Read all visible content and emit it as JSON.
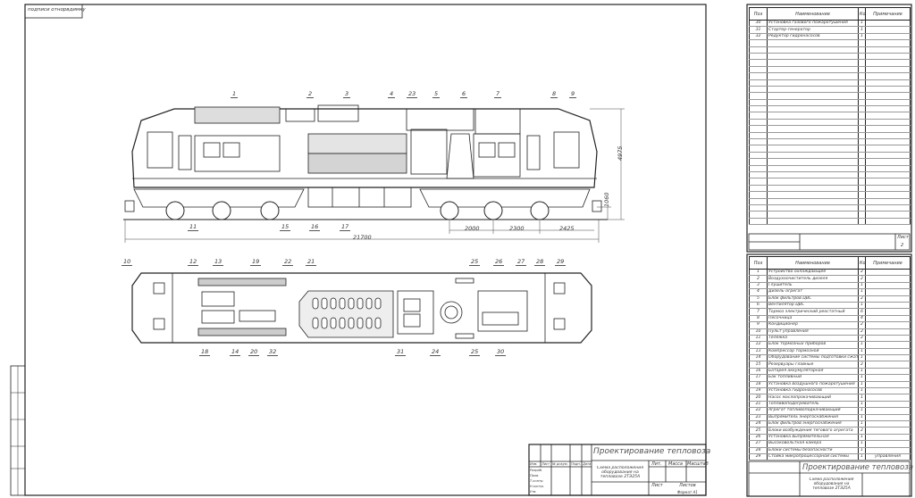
{
  "sheet": {
    "corner_label": "подписи отнорвдимку",
    "format_label": "Формат А1"
  },
  "side_view": {
    "callouts": [
      "1",
      "2",
      "3",
      "4",
      "23",
      "5",
      "6",
      "7",
      "8",
      "9",
      "11",
      "15",
      "16",
      "17"
    ],
    "dimensions": {
      "length": "21700",
      "height": "4975",
      "buffer_height": "1060",
      "axle1": "2000",
      "axle2": "2300",
      "overhang": "2425"
    }
  },
  "plan_view": {
    "callouts": [
      "10",
      "12",
      "13",
      "19",
      "22",
      "21",
      "25",
      "26",
      "27",
      "28",
      "29",
      "18",
      "14",
      "20",
      "32",
      "31",
      "24",
      "25",
      "30"
    ]
  },
  "title_block": {
    "title": "Проектирование тепловоза",
    "subtitle": "Схема расположения оборудования на тепловозе 2ТЭ25А",
    "cols": [
      "Изм.",
      "Лист",
      "№ докум.",
      "Подп.",
      "Дата"
    ],
    "roles": [
      "Разраб.",
      "Пров.",
      "Т.контр.",
      "Н.контр.",
      "Утв."
    ],
    "lit": "Лит.",
    "mass": "Масса",
    "scale": "Масштаб",
    "sheet": "Лист",
    "sheets": "Листов"
  },
  "spec_header": {
    "pos": "Поз",
    "name": "Наименование",
    "qty": "Кол",
    "note": "Примечание"
  },
  "spec_sheet1": {
    "rows": [
      [
        "30",
        "Установка газового пожаротушения",
        "1",
        ""
      ],
      [
        "31",
        "Стартер-генератор",
        "1",
        ""
      ],
      [
        "32",
        "Редуктор гидронасосов",
        "1",
        ""
      ]
    ],
    "sheet_label": "Лист",
    "sheet_no": "2"
  },
  "spec_sheet2": {
    "rows": [
      [
        "1",
        "Устройство охлаждающее",
        "2",
        ""
      ],
      [
        "2",
        "Воздухоочиститель дизеля",
        "2",
        ""
      ],
      [
        "3",
        "Глушитель",
        "1",
        ""
      ],
      [
        "4",
        "Дизель-агрегат",
        "1",
        ""
      ],
      [
        "5",
        "Блок фильтров ЦВС",
        "2",
        ""
      ],
      [
        "6",
        "Вентилятор ЦВС",
        "1",
        ""
      ],
      [
        "7",
        "Тормоз электрический реостатный",
        "6",
        ""
      ],
      [
        "8",
        "Песочница",
        "4",
        ""
      ],
      [
        "9",
        "Кондиционер",
        "2",
        ""
      ],
      [
        "10",
        "Пульт управления",
        "2",
        ""
      ],
      [
        "11",
        "Тележка",
        "2",
        ""
      ],
      [
        "12",
        "Блок тормозных приборов",
        "1",
        ""
      ],
      [
        "13",
        "Компрессор тормозной",
        "1",
        ""
      ],
      [
        "14",
        "Оборудование системы подготовки сжатого воздуха",
        "1",
        ""
      ],
      [
        "15",
        "Резервуары главные",
        "2",
        ""
      ],
      [
        "16",
        "Батарея аккумуляторная",
        "1",
        ""
      ],
      [
        "17",
        "Бак топливный",
        "1",
        ""
      ],
      [
        "18",
        "Установка воздушного пожаротушения",
        "1",
        ""
      ],
      [
        "19",
        "Установка гидронасосов",
        "1",
        ""
      ],
      [
        "20",
        "Насос маслопрокачивающий",
        "1",
        ""
      ],
      [
        "21",
        "Топливоподогреватель",
        "1",
        ""
      ],
      [
        "22",
        "Агрегат топливоподкачивающий",
        "1",
        ""
      ],
      [
        "23",
        "Выпрямитель энергоснабжения",
        "1",
        ""
      ],
      [
        "24",
        "Блок фильтров энергоснабжения",
        "1",
        ""
      ],
      [
        "25",
        "Блоки возбуждения тягового агрегата",
        "2",
        ""
      ],
      [
        "26",
        "Установка выпрямительная",
        "1",
        ""
      ],
      [
        "27",
        "Высоковольтная камера",
        "1",
        ""
      ],
      [
        "28",
        "Блоки системы безопасности",
        "1",
        ""
      ],
      [
        "29",
        "Стойка микропроцессорной системы",
        "1",
        "управления"
      ]
    ]
  }
}
